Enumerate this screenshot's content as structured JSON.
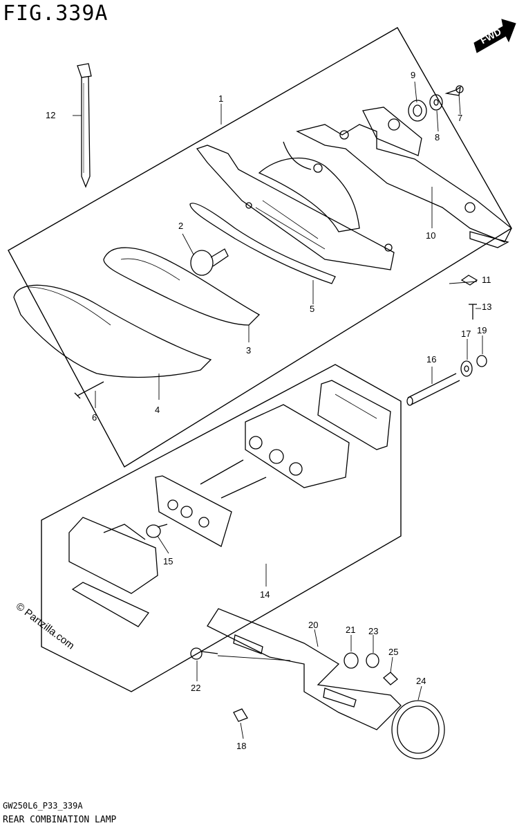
{
  "figure": {
    "title": "FIG.339A",
    "fwd_label": "FWD",
    "watermark": "© Partzilla.com",
    "footer_code": "GW250L6_P33_339A",
    "footer_title": "REAR COMBINATION LAMP"
  },
  "callouts": [
    "1",
    "2",
    "3",
    "4",
    "5",
    "6",
    "7",
    "8",
    "9",
    "10",
    "11",
    "12",
    "13",
    "14",
    "15",
    "16",
    "17",
    "18",
    "19",
    "20",
    "21",
    "22",
    "23",
    "24",
    "25"
  ]
}
